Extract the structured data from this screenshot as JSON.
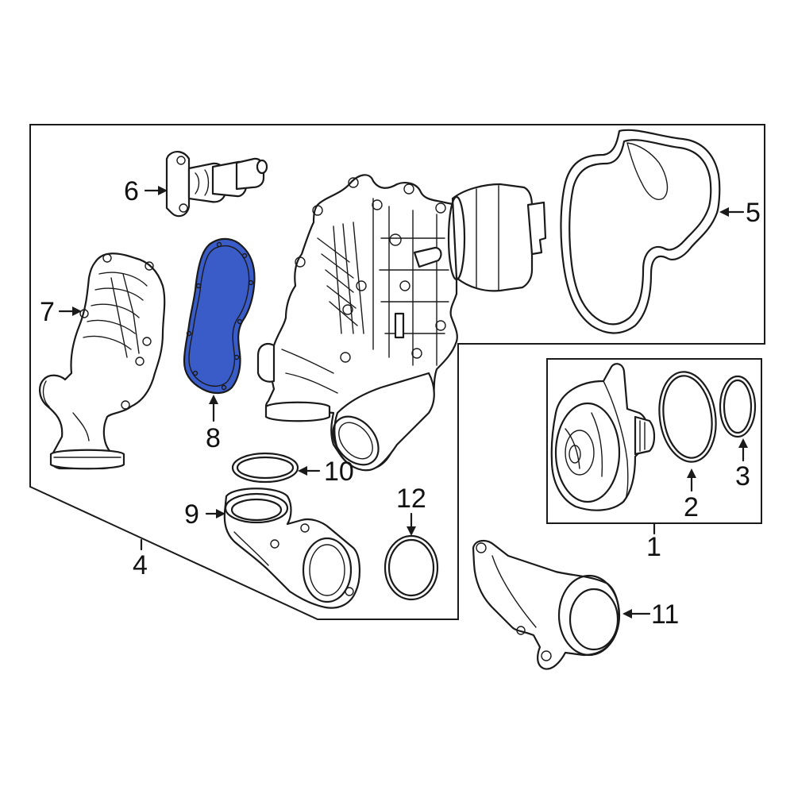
{
  "highlight_color": "#3a5cc8",
  "line_color": "#1a1a1a",
  "background_color": "#ffffff",
  "callouts": {
    "c1": "1",
    "c2": "2",
    "c3": "3",
    "c4": "4",
    "c5": "5",
    "c6": "6",
    "c7": "7",
    "c8": "8",
    "c9": "9",
    "c10": "10",
    "c11": "11",
    "c12": "12"
  }
}
